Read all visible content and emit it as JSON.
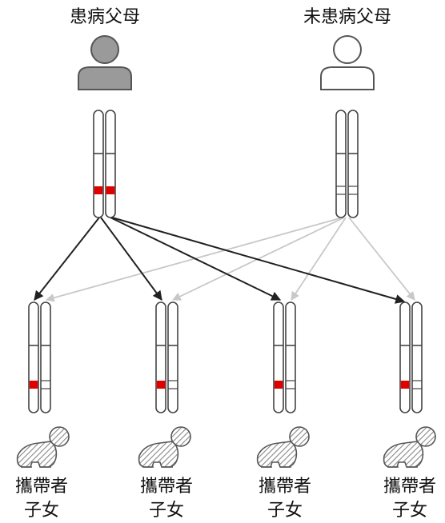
{
  "parents": {
    "affected": {
      "label": "患病父母"
    },
    "unaffected": {
      "label": "未患病父母"
    }
  },
  "children": [
    {
      "label_line1": "攜帶者",
      "label_line2": "子女"
    },
    {
      "label_line1": "攜帶者",
      "label_line2": "子女"
    },
    {
      "label_line1": "攜帶者",
      "label_line2": "子女"
    },
    {
      "label_line1": "攜帶者",
      "label_line2": "子女"
    }
  ],
  "colors": {
    "mutation": "#e00000",
    "affected_fill": "#9a9a9a",
    "outline": "#555555",
    "arrow_affected": "#222222",
    "arrow_unaffected": "#c8c8c8",
    "baby_head": "#bbbbbb"
  },
  "icons": {
    "affected_parent": "person-icon-filled",
    "unaffected_parent": "person-icon-outline",
    "child": "crawling-baby-icon"
  }
}
